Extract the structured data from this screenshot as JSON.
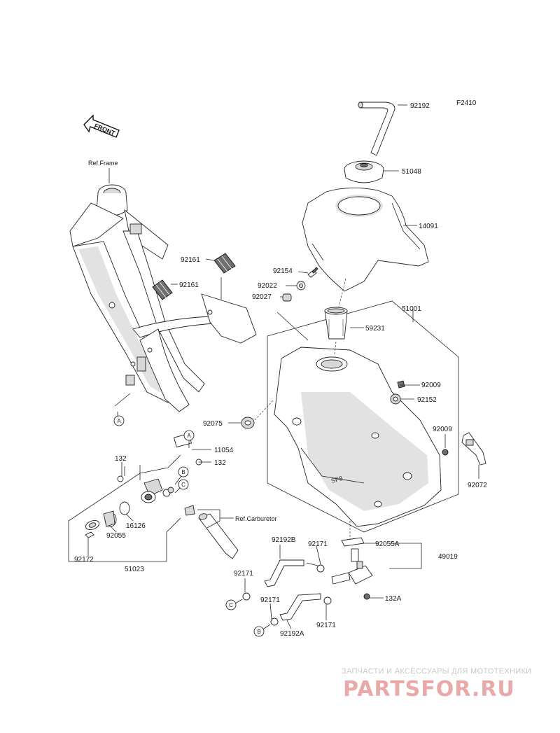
{
  "figure_code": "F2410",
  "front_arrow_label": "FRONT",
  "references": {
    "frame": "Ref.Frame",
    "carburetor": "Ref.Carburetor"
  },
  "callouts": {
    "p92192": "92192",
    "p51048": "51048",
    "p14091": "14091",
    "p92161a": "92161",
    "p92161b": "92161",
    "p92154": "92154",
    "p92022": "92022",
    "p92027": "92027",
    "p51001": "51001",
    "p59231": "59231",
    "p92009a": "92009",
    "p92152": "92152",
    "p92075": "92075",
    "p92009b": "92009",
    "p92072": "92072",
    "p11054": "11054",
    "p132a": "132",
    "p132b": "132",
    "p16126": "16126",
    "p92055": "92055",
    "p92172": "92172",
    "p51023": "51023",
    "p92192B": "92192B",
    "p92171a": "92171",
    "p92171b": "92171",
    "p92171c": "92171",
    "p92171d": "92171",
    "p92055A": "92055A",
    "p49019": "49019",
    "p132A": "132A",
    "p92192A": "92192A"
  },
  "connectors": {
    "A_top": "A",
    "A_bottom": "A",
    "B_top": "B",
    "B_bottom": "B",
    "C_top": "C",
    "C_bottom": "C"
  },
  "watermark": {
    "tagline": "ЗАПЧАСТИ И АКСЕССУАРЫ ДЛЯ МОТОТЕХНИКИ",
    "site": "PARTSFOR.RU"
  }
}
